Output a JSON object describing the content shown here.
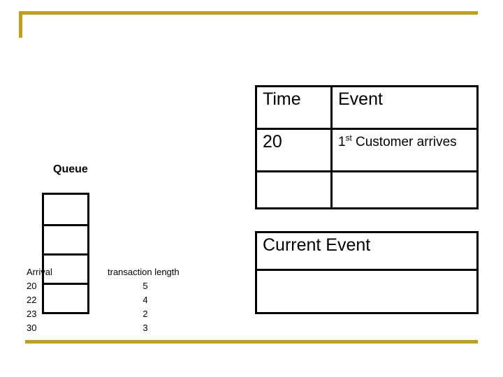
{
  "slide": {
    "accent_color": "#BF9F1C",
    "line_color": "#000000",
    "background": "#ffffff"
  },
  "event_table": {
    "headers": {
      "time": "Time",
      "event": "Event"
    },
    "rows": [
      {
        "time": "20",
        "event_prefix": "1",
        "event_sup": "st",
        "event_suffix": " Customer arrives"
      },
      {
        "time": "",
        "event_prefix": "",
        "event_sup": "",
        "event_suffix": ""
      }
    ]
  },
  "current_event": {
    "title": "Current Event",
    "value": ""
  },
  "queue": {
    "label": "Queue",
    "cells": [
      "",
      "",
      "",
      ""
    ]
  },
  "data_table": {
    "headers": {
      "arrival": "Arrival",
      "length": "transaction length"
    },
    "rows": [
      {
        "arrival": "20",
        "length": "5"
      },
      {
        "arrival": "22",
        "length": "4"
      },
      {
        "arrival": "23",
        "length": "2"
      },
      {
        "arrival": "30",
        "length": "3"
      }
    ]
  }
}
